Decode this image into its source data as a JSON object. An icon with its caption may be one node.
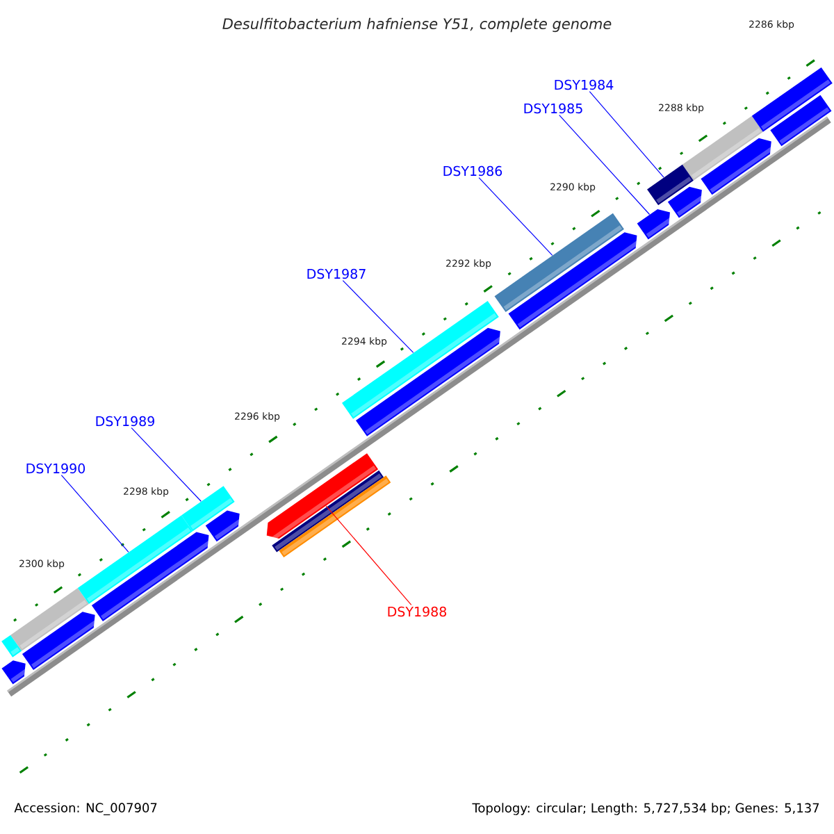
{
  "diagram": {
    "title": "Desulfitobacterium hafniense Y51, complete genome",
    "nodes": [
      {
        "text": [
          "DSY1984"
        ]
      },
      {
        "text": [
          "DSY1985"
        ]
      },
      {
        "text": [
          "DSY1986"
        ]
      },
      {
        "text": [
          "DSY1987"
        ]
      },
      {
        "text": [
          "DSY1989"
        ]
      },
      {
        "text": [
          "DSY1990"
        ]
      },
      {
        "text": [
          "DSY1988"
        ]
      },
      {
        "text": [],
        "shape": "bar"
      },
      {
        "text": [],
        "shape": "arrow"
      },
      {
        "text": [],
        "shape": "bar"
      },
      {
        "text": [],
        "shape": "bar"
      },
      {
        "text": [],
        "shape": "bar"
      },
      {
        "text": [],
        "shape": "bar"
      },
      {
        "text": [],
        "shape": "arrow"
      }
    ],
    "edges": [
      {
        "from": 0,
        "to": 7,
        "arrow": "none"
      },
      {
        "from": 1,
        "to": 8,
        "arrow": "none"
      },
      {
        "from": 2,
        "to": 9,
        "arrow": "none"
      },
      {
        "from": 3,
        "to": 10,
        "arrow": "none"
      },
      {
        "from": 4,
        "to": 11,
        "arrow": "none"
      },
      {
        "from": 5,
        "to": 12,
        "arrow": "none"
      },
      {
        "from": 6,
        "to": 13,
        "arrow": "none",
        "color": "#ff0000"
      }
    ],
    "labels": [
      "2286 kbp",
      "2288 kbp",
      "2290 kbp",
      "2292 kbp",
      "2294 kbp",
      "2296 kbp",
      "2298 kbp",
      "2300 kbp",
      "Accession: NC_007907",
      "Topology: circular; Length: 5,727,534 bp; Genes: 5,137"
    ]
  }
}
